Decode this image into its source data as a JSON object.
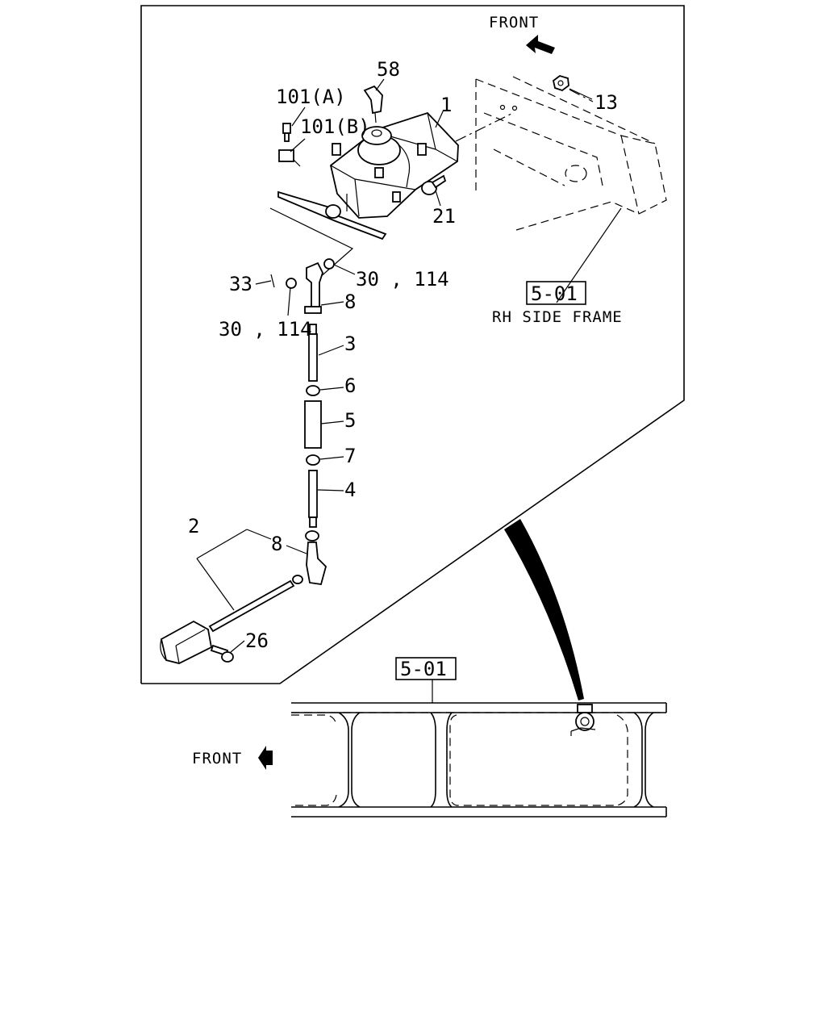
{
  "detail_view": {
    "front_label": "FRONT",
    "frame_ref_box": "5-01",
    "frame_ref_caption": "RH SIDE FRAME",
    "callouts": {
      "p1": "1",
      "p2": "2",
      "p3": "3",
      "p4": "4",
      "p5": "5",
      "p6": "6",
      "p7": "7",
      "p8_upper": "8",
      "p8_lower": "8",
      "p13": "13",
      "p21": "21",
      "p26": "26",
      "p30_114_right": "30 , 114",
      "p30_114_left": "30 , 114",
      "p33": "33",
      "p58": "58",
      "p101a": "101(A)",
      "p101b": "101(B)"
    }
  },
  "overview": {
    "front_label": "FRONT",
    "frame_ref_box": "5-01"
  }
}
